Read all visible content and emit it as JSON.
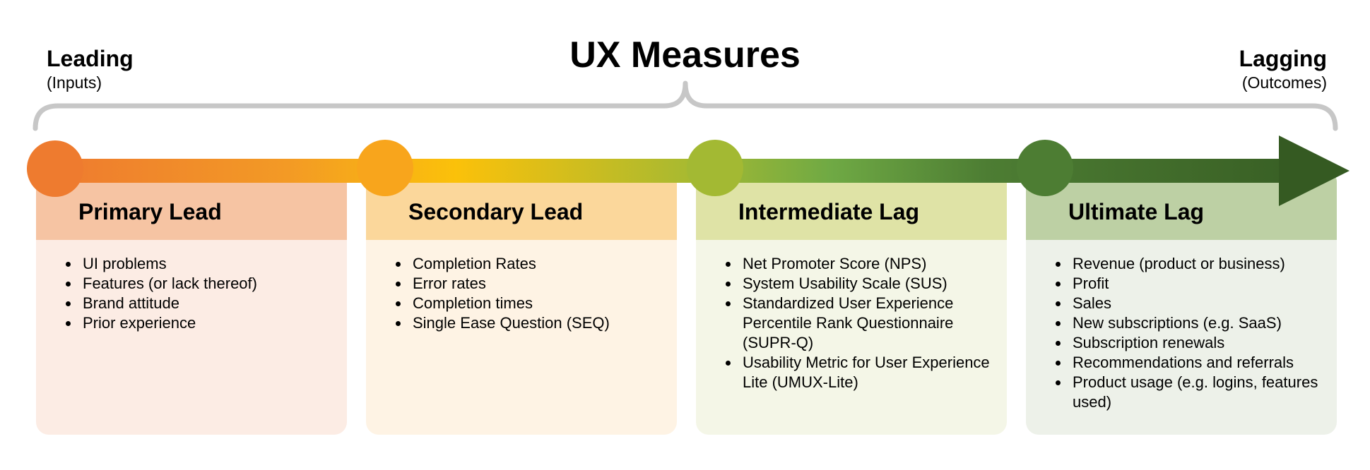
{
  "title": "UX Measures",
  "leading": {
    "label": "Leading",
    "sub": "(Inputs)"
  },
  "lagging": {
    "label": "Lagging",
    "sub": "(Outcomes)"
  },
  "colors": {
    "primary_lead": "#ee7b2f",
    "secondary_lead": "#fbb616",
    "intermediate_lag": "#a3b933",
    "ultimate_lag": "#4d7d33",
    "arrow_end": "#355a22",
    "brace": "#c7c7c7"
  },
  "cards": [
    {
      "title": "Primary Lead",
      "items": [
        "UI problems",
        "Features (or lack thereof)",
        "Brand attitude",
        "Prior experience"
      ]
    },
    {
      "title": "Secondary Lead",
      "items": [
        "Completion Rates",
        "Error rates",
        "Completion times",
        "Single Ease Question (SEQ)"
      ]
    },
    {
      "title": "Intermediate Lag",
      "items": [
        "Net Promoter Score (NPS)",
        "System Usability Scale (SUS)",
        "Standardized User Experience Percentile Rank Questionnaire (SUPR-Q)",
        "Usability Metric for User Experience Lite (UMUX-Lite)"
      ]
    },
    {
      "title": "Ultimate Lag",
      "items": [
        "Revenue (product or business)",
        "Profit",
        "Sales",
        "New subscriptions (e.g. SaaS)",
        "Subscription renewals",
        "Recommendations and referrals",
        "Product usage (e.g. logins, features used)"
      ]
    }
  ]
}
